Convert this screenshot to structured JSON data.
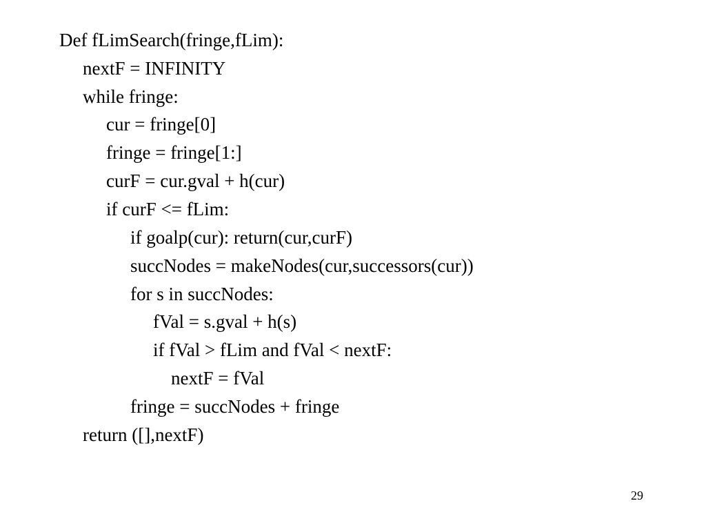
{
  "code": {
    "lines": [
      "Def fLimSearch(fringe,fLim):",
      "nextF = INFINITY",
      "while fringe:",
      "cur = fringe[0]",
      "fringe = fringe[1:]",
      "curF = cur.gval + h(cur)",
      "if curF <= fLim:",
      "if goalp(cur): return(cur,curF)",
      "succNodes = makeNodes(cur,successors(cur))",
      "for s in succNodes:",
      "fVal = s.gval + h(s)",
      "if fVal > fLim and fVal < nextF:",
      "nextF = fVal",
      "fringe = succNodes + fringe",
      "return ([],nextF)"
    ]
  },
  "footer": {
    "page_number": "29"
  }
}
